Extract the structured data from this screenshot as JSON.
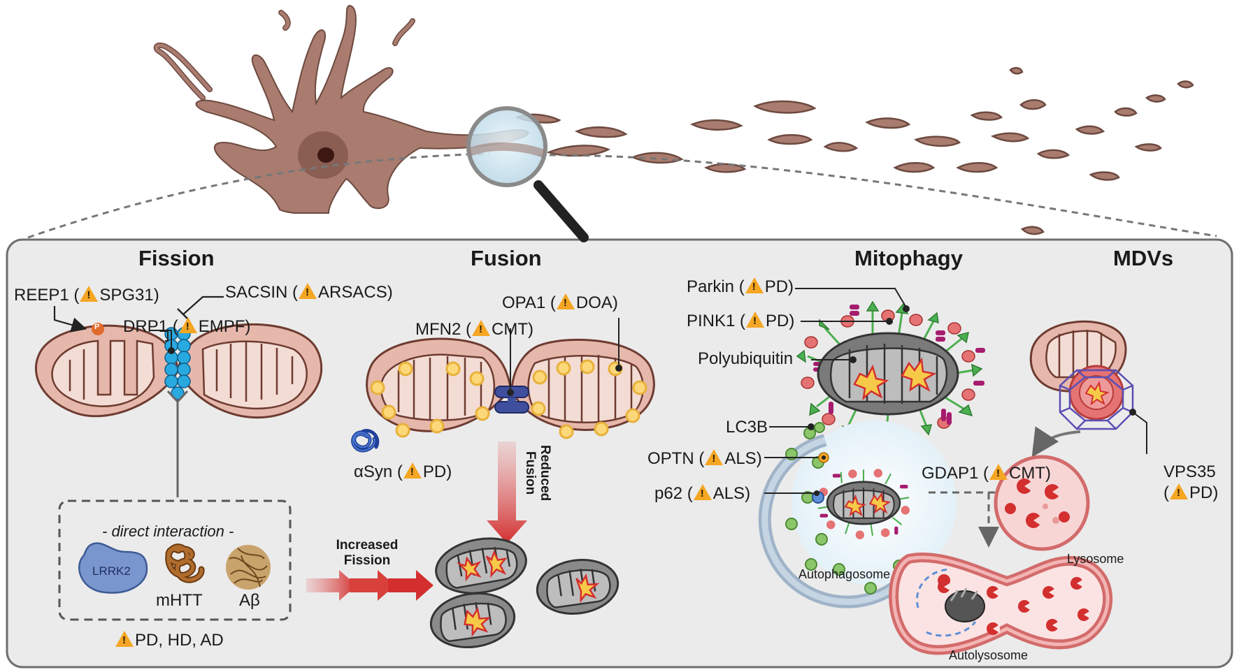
{
  "sections": {
    "fission": "Fission",
    "fusion": "Fusion",
    "mitophagy": "Mitophagy",
    "mdvs": "MDVs"
  },
  "fission_panel": {
    "reep1": "REEP1 (",
    "reep1_disease": "SPG31)",
    "sacsin": "SACSIN (",
    "sacsin_disease": "ARSACS)",
    "drp1": "DRP1 (",
    "drp1_disease": "EMPF)",
    "phospho": "P",
    "direct_interaction": "- direct interaction -",
    "lrrk2": "LRRK2",
    "mhtt": "mHTT",
    "abeta": "Aβ",
    "diseases": "PD, HD, AD",
    "increased_fission": [
      "Increased",
      "Fission"
    ]
  },
  "fusion_panel": {
    "opa1": "OPA1 (",
    "opa1_disease": "DOA)",
    "mfn2": "MFN2 (",
    "mfn2_disease": "CMT)",
    "asyn": "αSyn (",
    "asyn_disease": "PD)",
    "reduced_fusion": [
      "Reduced",
      "Fusion"
    ]
  },
  "mitophagy_panel": {
    "parkin": "Parkin (",
    "parkin_disease": "PD)",
    "pink1": "PINK1 (",
    "pink1_disease": "PD)",
    "polyubiquitin": "Polyubiquitin",
    "lc3b": "LC3B",
    "optn": "OPTN (",
    "optn_disease": "ALS)",
    "p62": "p62 (",
    "p62_disease": "ALS)",
    "gdap1": "GDAP1 (",
    "gdap1_disease": "CMT)",
    "autophagosome": "Autophagosome",
    "autolysosome": "Autolysosome"
  },
  "mdv_panel": {
    "vps35": "VPS35",
    "vps35_disease": "PD)",
    "lysosome": "Lysosome"
  },
  "colors": {
    "panel_bg": "#ebebeb",
    "neuron": "#a97c6f",
    "mito_outer": "#e6b8ac",
    "mito_inner": "#f3dcd4",
    "mito_stroke": "#6e3b30",
    "warning": "#f5a623",
    "arrow_red": "#d32f2f",
    "drp1_blue": "#29a9e0"
  }
}
